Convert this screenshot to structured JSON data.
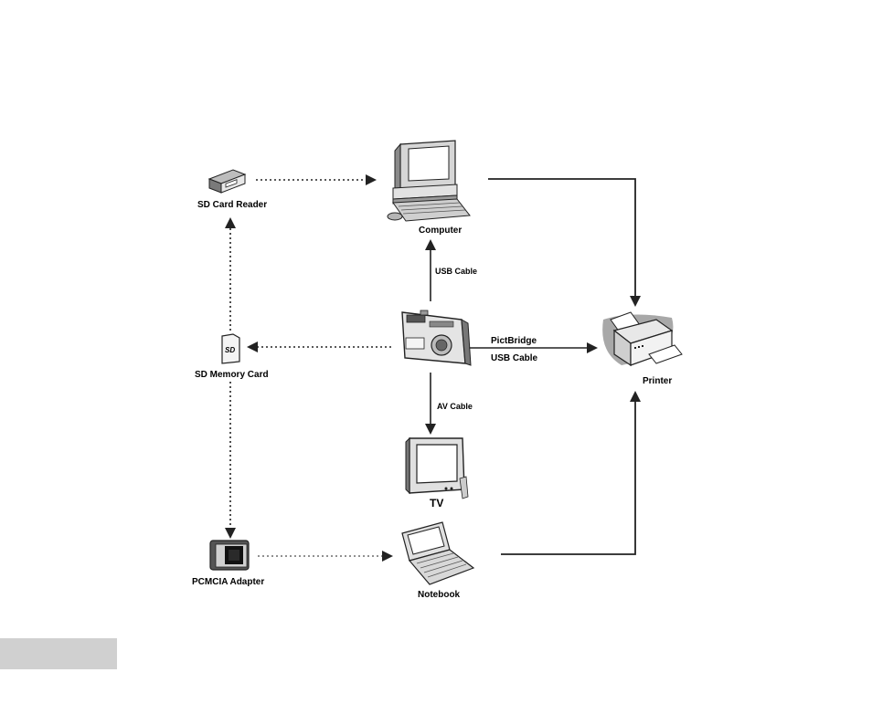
{
  "devices": {
    "sd_card_reader": "SD Card Reader",
    "computer": "Computer",
    "sd_memory_card": "SD Memory Card",
    "camera": "",
    "printer": "Printer",
    "tv": "TV",
    "pcmcia_adapter": "PCMCIA Adapter",
    "notebook": "Notebook"
  },
  "connections": {
    "camera_to_computer": "USB Cable",
    "camera_to_tv": "AV Cable",
    "camera_to_printer_line1": "PictBridge",
    "camera_to_printer_line2": "USB Cable"
  },
  "sd_logo_text": "SD"
}
